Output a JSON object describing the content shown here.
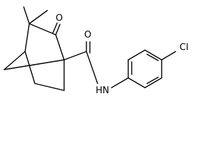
{
  "molecule": {
    "atoms": {
      "ketone_oxygen": "O",
      "amide_oxygen": "O",
      "amide_nitrogen": "HN",
      "chlorine": "Cl"
    }
  },
  "colors": {
    "ink": "#000000",
    "background": "#ffffff"
  }
}
